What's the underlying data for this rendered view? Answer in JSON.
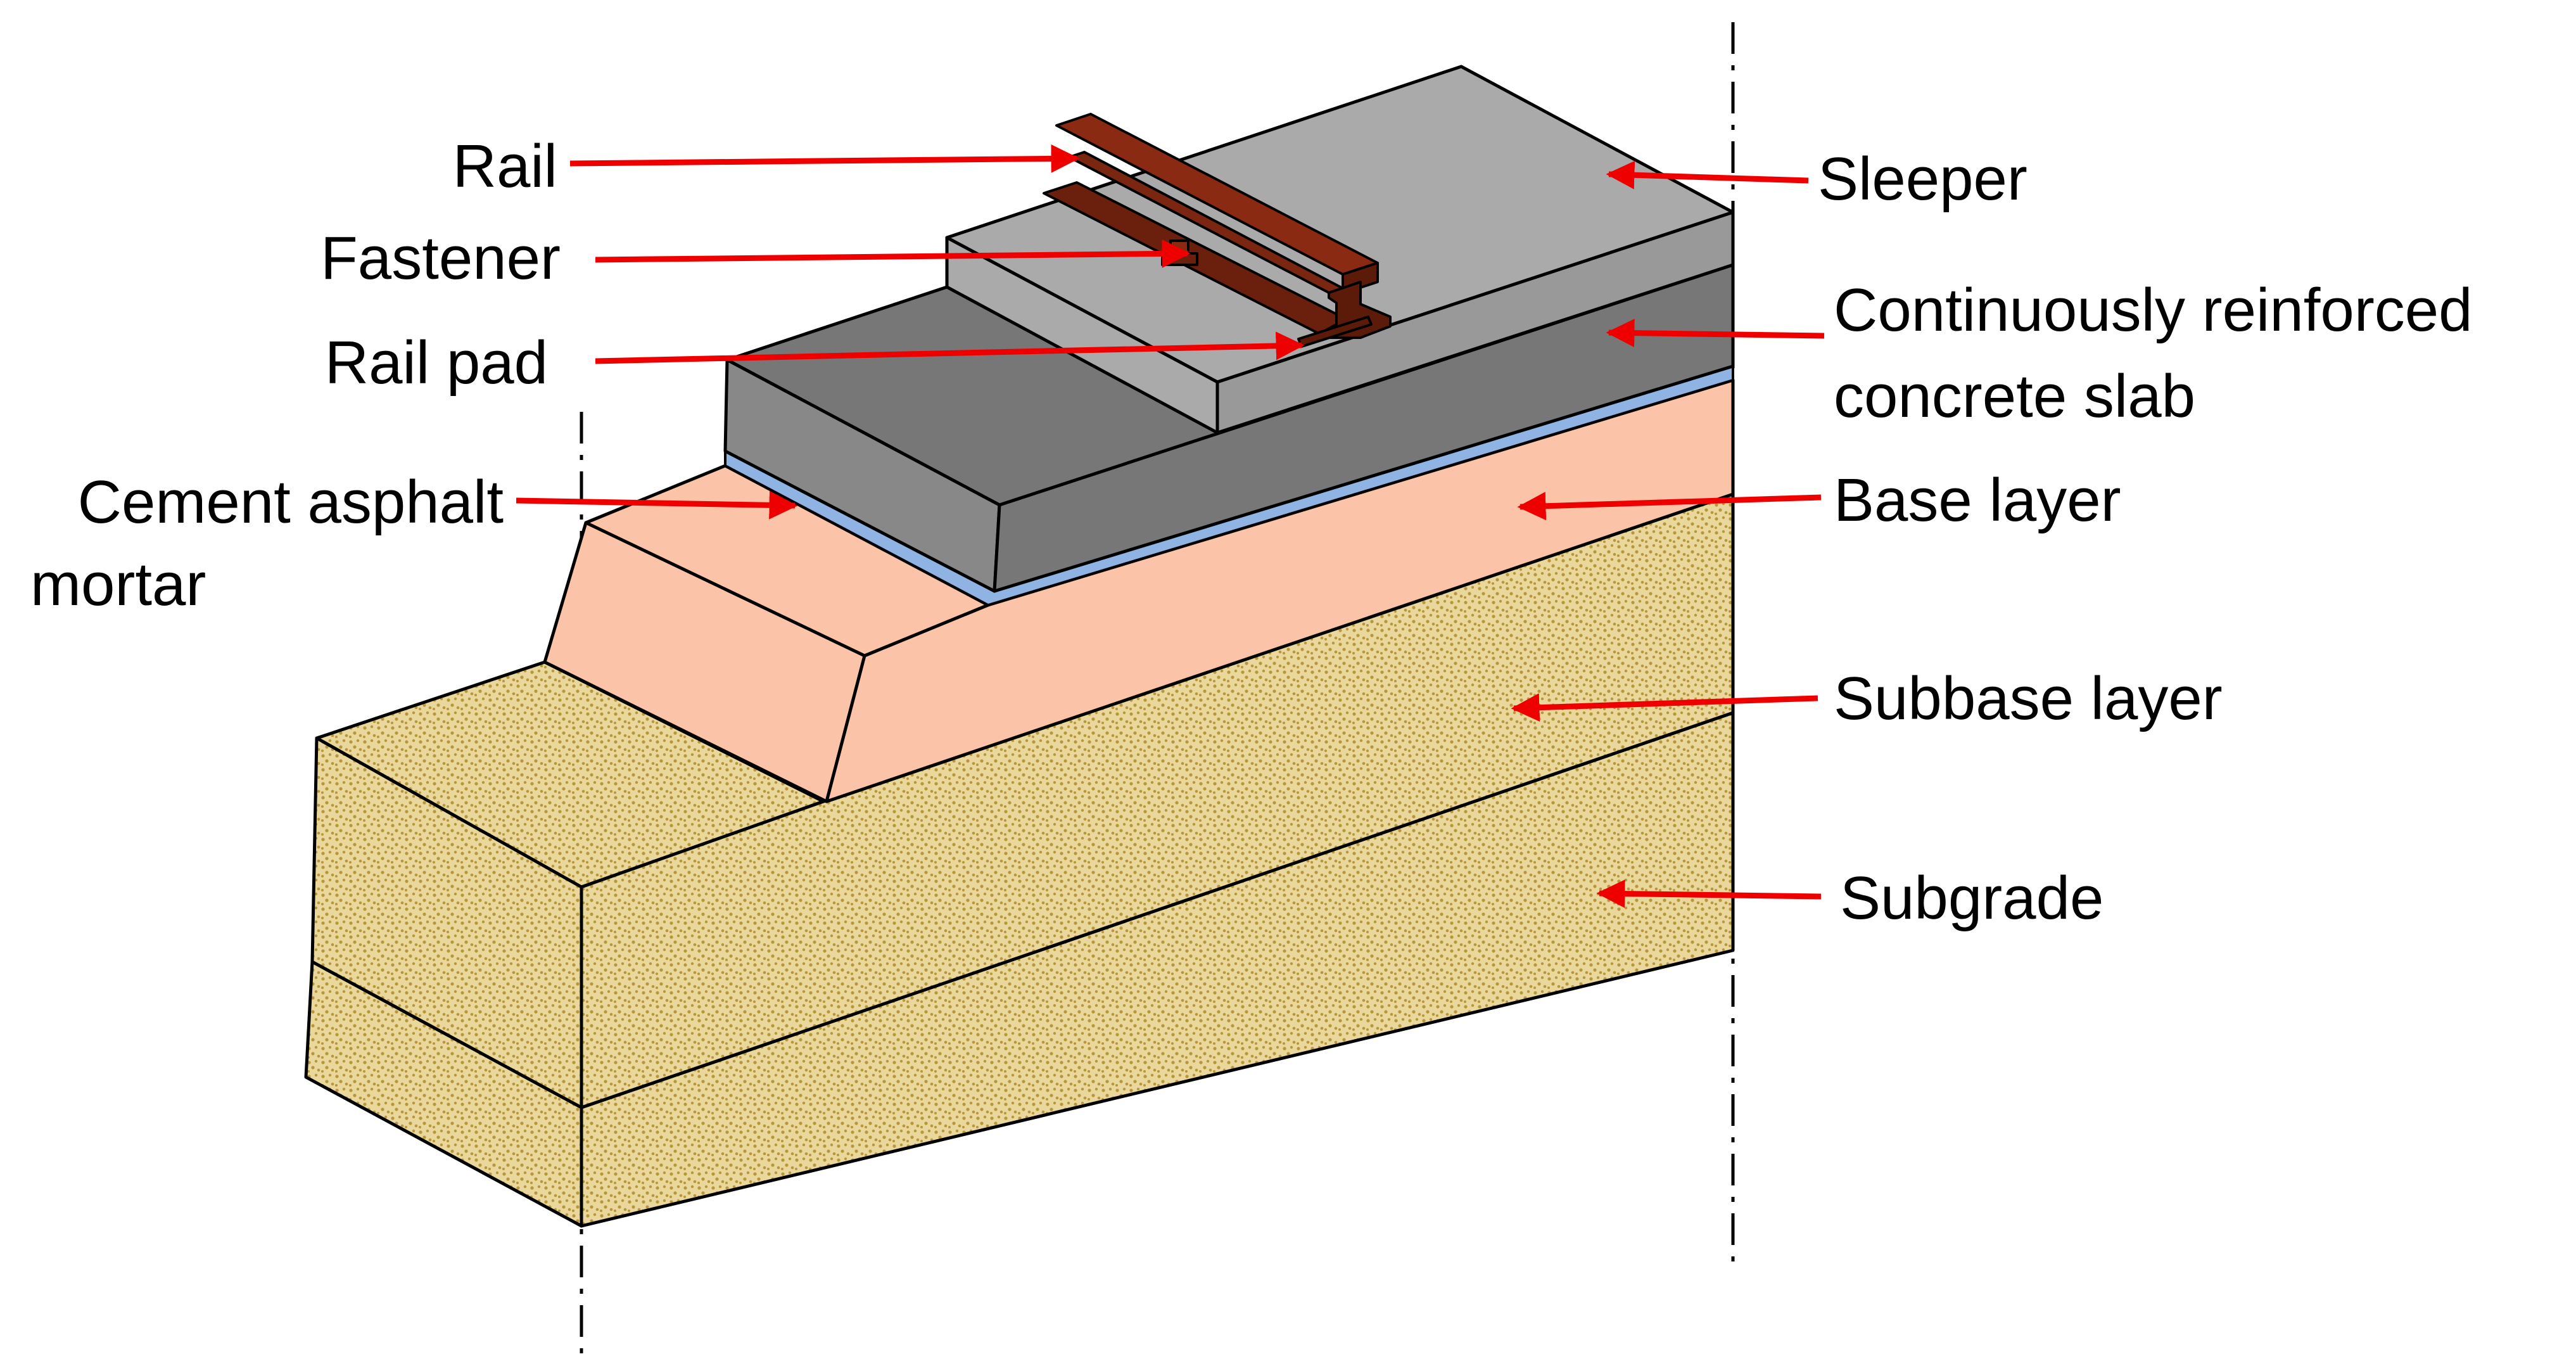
{
  "labels": {
    "rail": "Rail",
    "fastener": "Fastener",
    "rail_pad": "Rail pad",
    "cam_line1": "Cement asphalt",
    "cam_line2": "mortar",
    "sleeper": "Sleeper",
    "slab_line1": "Continuously reinforced",
    "slab_line2": "concrete slab",
    "base": "Base layer",
    "subbase": "Subbase layer",
    "subgrade": "Subgrade"
  },
  "colors": {
    "sleeper_top": "#aaaaaa",
    "sleeper_side": "#999999",
    "slab_top": "#777777",
    "slab_side": "#888888",
    "cam": "#8fb4e3",
    "base": "#fbc3a8",
    "soil": "#e9d79c",
    "soil_dot": "#b8963a",
    "rail": "#8b2a12",
    "rail_dark": "#5c1a09",
    "arrow": "#ee0000"
  }
}
